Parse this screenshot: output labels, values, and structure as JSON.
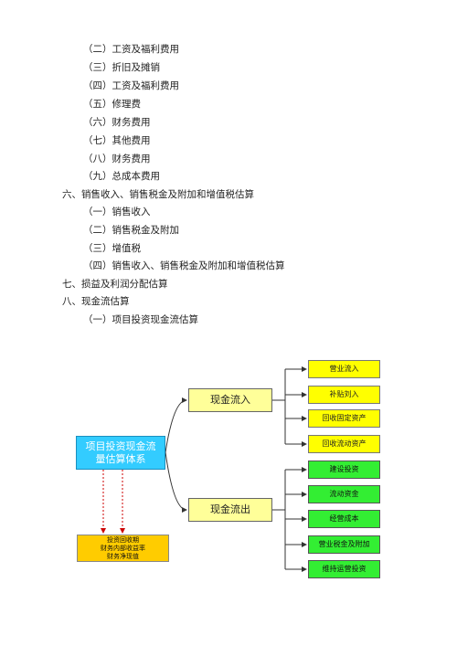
{
  "outline": [
    {
      "level": 2,
      "text": "（二）工资及福利费用"
    },
    {
      "level": 2,
      "text": "（三）折旧及摊销"
    },
    {
      "level": 2,
      "text": "（四）工资及福利费用"
    },
    {
      "level": 2,
      "text": "（五）修理费"
    },
    {
      "level": 2,
      "text": "（六）财务费用"
    },
    {
      "level": 2,
      "text": "（七）其他费用"
    },
    {
      "level": 2,
      "text": "（八）财务费用"
    },
    {
      "level": 2,
      "text": "（九）总成本费用"
    },
    {
      "level": 1,
      "text": "六、销售收入、销售税金及附加和增值税估算"
    },
    {
      "level": 2,
      "text": "（一）销售收入"
    },
    {
      "level": 2,
      "text": "（二）销售税金及附加"
    },
    {
      "level": 2,
      "text": "（三）增值税"
    },
    {
      "level": 2,
      "text": "（四）销售收入、销售税金及附加和增值税估算"
    },
    {
      "level": 1,
      "text": "七、损益及利润分配估算"
    },
    {
      "level": 1,
      "text": "八、现金流估算"
    },
    {
      "level": 2,
      "text": "（一）项目投资现金流估算"
    }
  ],
  "diagram": {
    "root": "项目投资现金流量估算体系",
    "cash_in": {
      "label": "现金流入",
      "items": [
        "营业流入",
        "补贴刘入",
        "回收固定资产",
        "回收流动资产"
      ]
    },
    "cash_out": {
      "label": "现金流出",
      "items": [
        "建设投资",
        "流动资金",
        "经营成本",
        "营业税金及附加",
        "维持运营投资"
      ]
    },
    "indicators": [
      "投资回收期",
      "财务内部收益率",
      "财务净现值"
    ],
    "colors": {
      "root_fill": "#33ccff",
      "mid_fill": "#ffff99",
      "in_leaf_fill": "#ffff00",
      "out_leaf_fill": "#33ee33",
      "indicator_fill": "#ffcc00",
      "dotted_arrow": "#cc0000"
    }
  }
}
